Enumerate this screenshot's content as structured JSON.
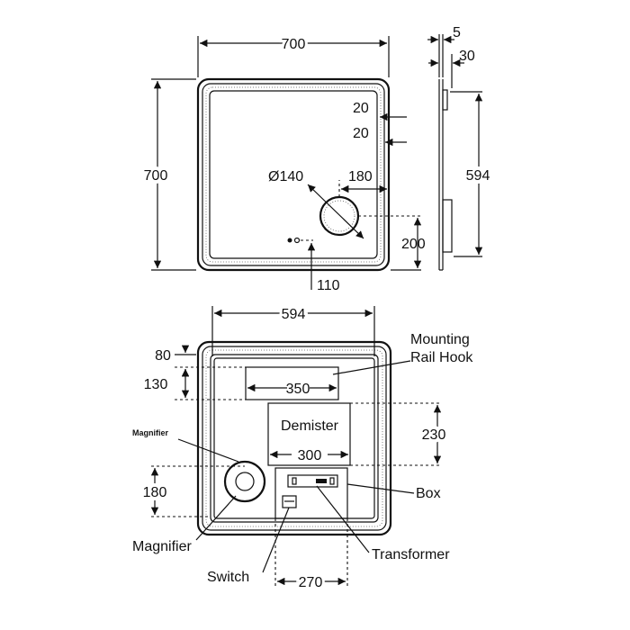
{
  "front_view": {
    "width": "700",
    "height": "700",
    "edge_inset_a": "20",
    "edge_inset_b": "20",
    "magnifier_diameter": "Ø140",
    "magnifier_offset_right": "180",
    "magnifier_offset_bottom": "200",
    "switch_offset_bottom": "110"
  },
  "side_view": {
    "glass_thickness": "5",
    "total_depth": "30",
    "rail_height": "594"
  },
  "back_view": {
    "rail_width": "594",
    "rail_top_offset": "80",
    "rail_hook_height": "130",
    "rail_hook_width": "350",
    "demister_label": "Demister",
    "demister_width": "300",
    "demister_height": "230",
    "magnifier_height": "180",
    "box_width": "270",
    "labels": {
      "mounting_line1": "Mounting",
      "mounting_line2": "Rail Hook",
      "magnifier_small": "Magnifier",
      "box": "Box",
      "magnifier": "Magnifier",
      "switch": "Switch",
      "transformer": "Transformer"
    }
  }
}
